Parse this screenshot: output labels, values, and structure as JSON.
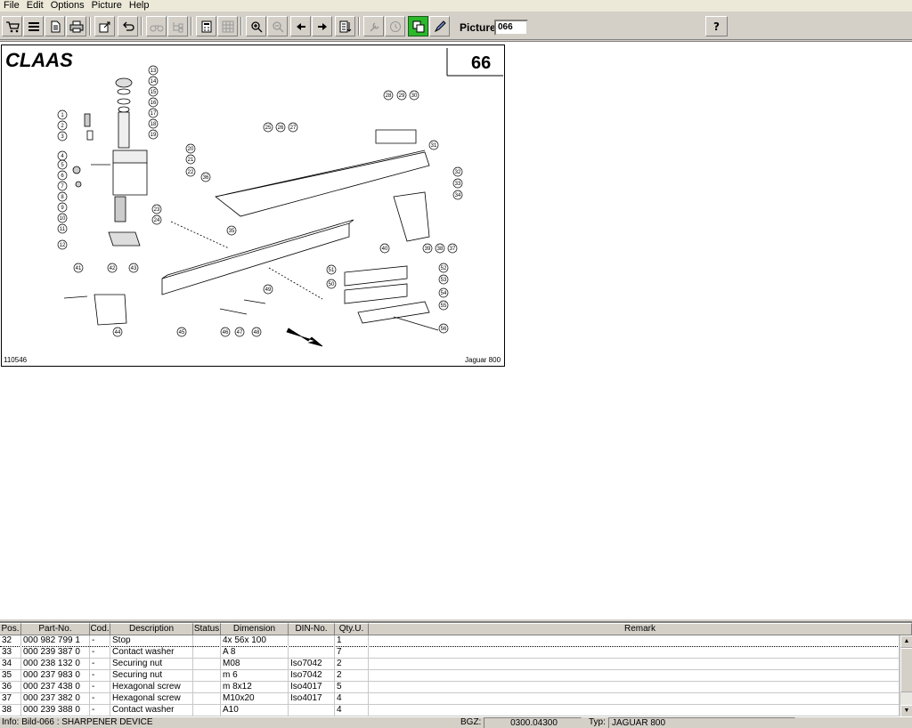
{
  "menu": [
    "File",
    "Edit",
    "Options",
    "Picture",
    "Help"
  ],
  "toolbar": {
    "picture_label": "Picture",
    "picture_value": "066",
    "help_glyph": "?"
  },
  "drawing": {
    "brand": "CLAAS",
    "page_number": "66",
    "drawing_number": "110546",
    "model": "Jaguar 800",
    "callouts": [
      "1",
      "2",
      "3",
      "4",
      "5",
      "6",
      "7",
      "8",
      "9",
      "10",
      "11",
      "12",
      "13",
      "14",
      "15",
      "16",
      "17",
      "18",
      "19",
      "20",
      "21",
      "22",
      "23",
      "24",
      "25",
      "26",
      "27",
      "28",
      "29",
      "30",
      "31",
      "32",
      "33",
      "34",
      "35",
      "36",
      "37",
      "38",
      "39",
      "40",
      "41",
      "42",
      "43",
      "44",
      "45",
      "46",
      "47",
      "48",
      "49",
      "50",
      "51",
      "52",
      "53",
      "54",
      "55",
      "56"
    ]
  },
  "table": {
    "columns": [
      "Pos.",
      "Part-No.",
      "Cod.",
      "Description",
      "Status",
      "Dimension",
      "DIN-No.",
      "Qty.U.",
      "Remark"
    ],
    "rows": [
      {
        "pos": "32",
        "part": "000 982 799 1",
        "cod": "-",
        "desc": "Stop",
        "status": "",
        "dim": "4x  56x 100",
        "din": "",
        "qty": "1",
        "rem": ""
      },
      {
        "pos": "33",
        "part": "000 239 387 0",
        "cod": "-",
        "desc": "Contact washer",
        "status": "",
        "dim": "A 8",
        "din": "",
        "qty": "7",
        "rem": ""
      },
      {
        "pos": "34",
        "part": "000 238 132 0",
        "cod": "-",
        "desc": "Securing nut",
        "status": "",
        "dim": "M08",
        "din": "Iso7042",
        "qty": "2",
        "rem": ""
      },
      {
        "pos": "35",
        "part": "000 237 983 0",
        "cod": "-",
        "desc": "Securing nut",
        "status": "",
        "dim": "m 6",
        "din": "Iso7042",
        "qty": "2",
        "rem": ""
      },
      {
        "pos": "36",
        "part": "000 237 438 0",
        "cod": "-",
        "desc": "Hexagonal screw",
        "status": "",
        "dim": "m 8x12",
        "din": "Iso4017",
        "qty": "5",
        "rem": ""
      },
      {
        "pos": "37",
        "part": "000 237 382 0",
        "cod": "-",
        "desc": "Hexagonal screw",
        "status": "",
        "dim": "M10x20",
        "din": "Iso4017",
        "qty": "4",
        "rem": ""
      },
      {
        "pos": "38",
        "part": "000 239 388 0",
        "cod": "-",
        "desc": "Contact washer",
        "status": "",
        "dim": "A10",
        "din": "",
        "qty": "4",
        "rem": ""
      }
    ]
  },
  "status": {
    "info": "Info:  Bild-066 : SHARPENER DEVICE",
    "bgz_label": "BGZ:",
    "bgz_value": "0300.04300",
    "typ_label": "Typ:",
    "typ_value": "JAGUAR 800"
  }
}
